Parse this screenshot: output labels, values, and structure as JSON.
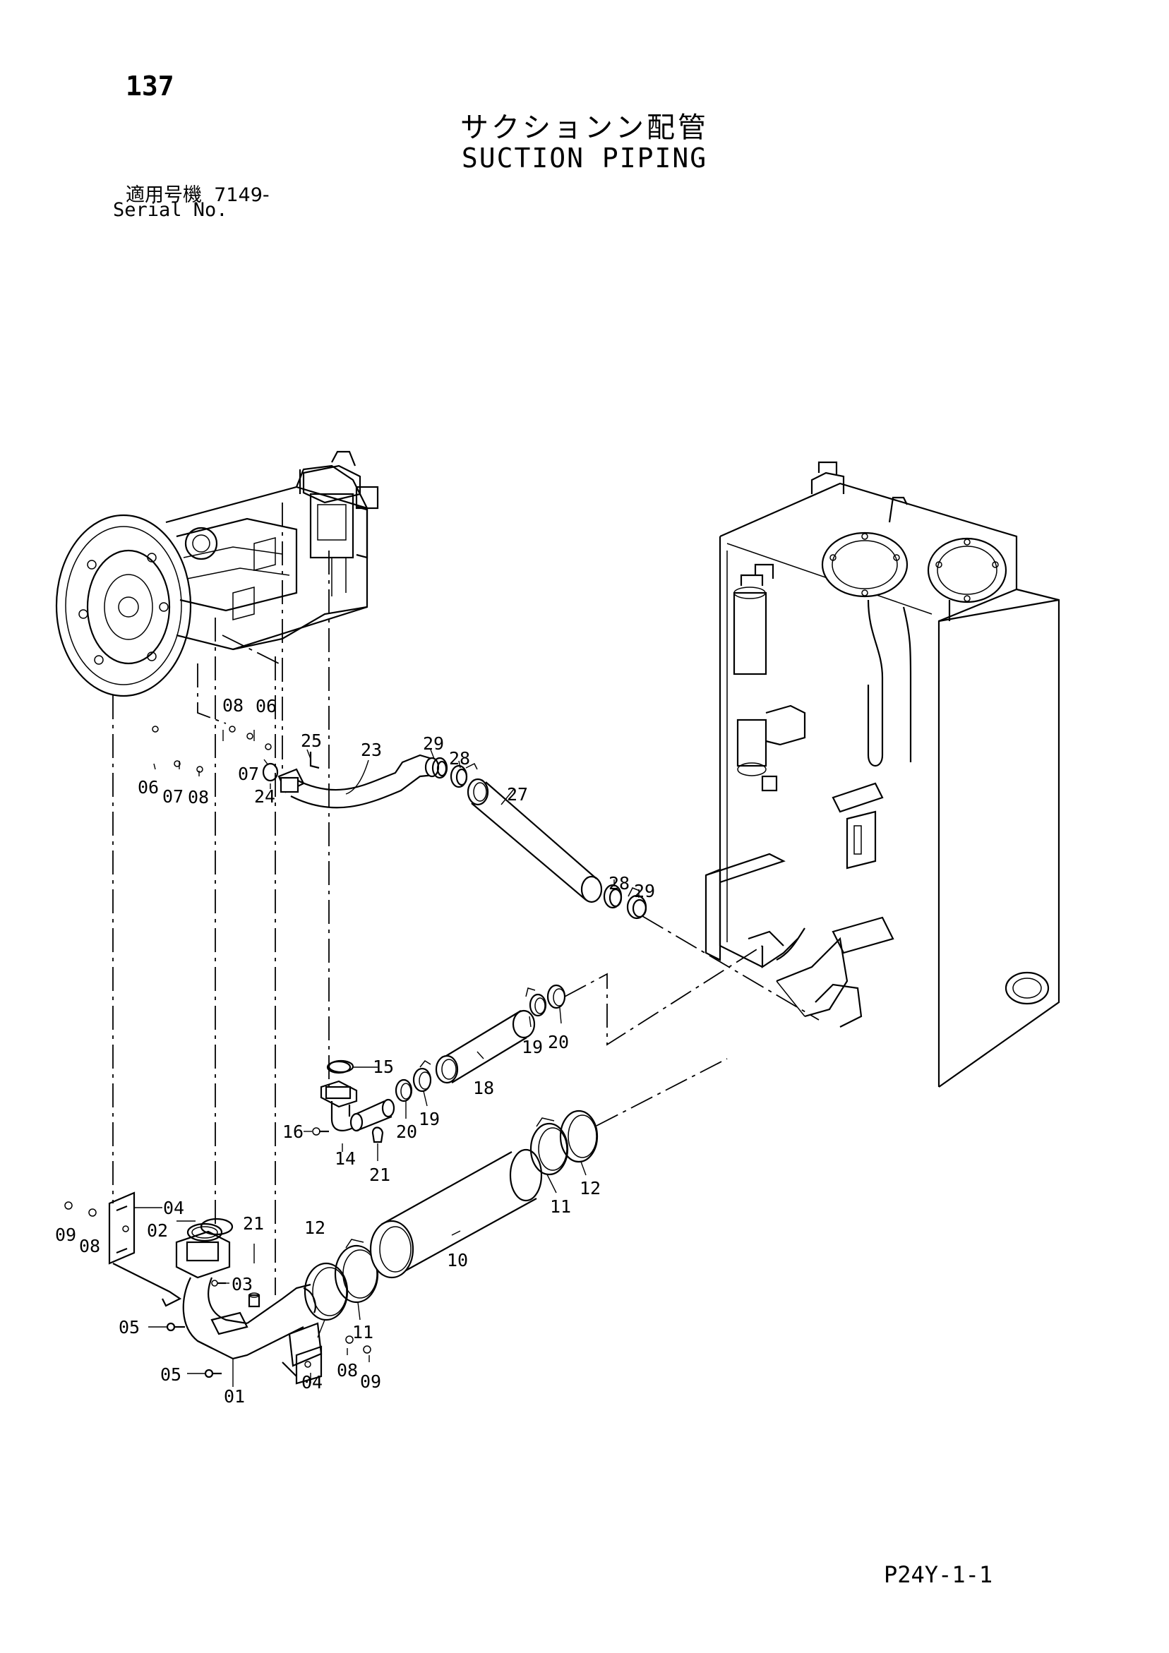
{
  "header": {
    "page_number": "137",
    "title_jp": "サクションン配管",
    "title_en": "SUCTION PIPING",
    "serial_label_jp": "適用号機",
    "serial_value": "7149-",
    "serial_label_en": "Serial No."
  },
  "footer": {
    "drawing_ref": "P24Y-1-1"
  },
  "callouts": [
    "01",
    "02",
    "03",
    "04",
    "04",
    "05",
    "05",
    "06",
    "06",
    "07",
    "07",
    "08",
    "08",
    "08",
    "08",
    "09",
    "09",
    "10",
    "11",
    "11",
    "12",
    "12",
    "14",
    "15",
    "16",
    "18",
    "19",
    "19",
    "20",
    "20",
    "21",
    "21",
    "23",
    "24",
    "25",
    "27",
    "28",
    "28",
    "29",
    "29"
  ]
}
